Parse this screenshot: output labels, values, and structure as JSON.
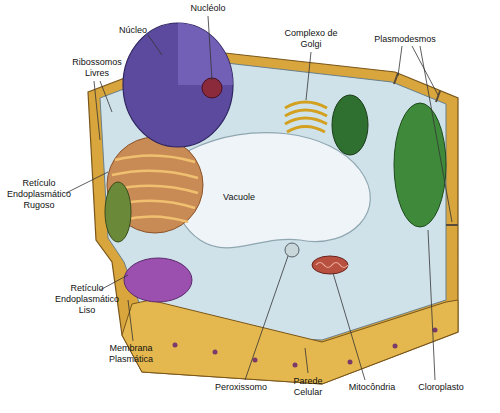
{
  "diagram": {
    "labels": [
      "Nucléolo",
      "Núcleo",
      "Ribossomos Livres",
      "Complexo de Golgi",
      "Plasmodesmos",
      "Retículo Endoplasmático Rugoso",
      "Vacuole",
      "Retículo Endoplasmático Liso",
      "Membrana Plasmática",
      "Peroxissomo",
      "Parede Celular",
      "Mitocôndria",
      "Cloroplasto"
    ]
  }
}
